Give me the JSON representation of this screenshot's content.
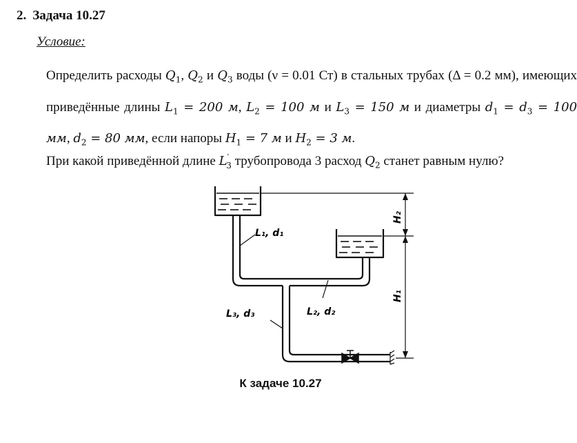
{
  "heading": {
    "number": "2.",
    "title": "Задача 10.27"
  },
  "condition_label": "Условие:",
  "paragraph1": {
    "t1": "Определить расходы ",
    "Q1": "Q",
    "Q1_sub": "1",
    "sep1": ", ",
    "Q2": "Q",
    "Q2_sub": "2",
    "t2": " и ",
    "Q3": "Q",
    "Q3_sub": "3",
    "t3": " воды (ν = 0.01 Ст) в стальных трубах (Δ = 0.2 мм), имеющих приведённые длины ",
    "L1": "L",
    "L1_sub": "1",
    "L1_val": " = 200 м",
    "sep2": ", ",
    "L2": "L",
    "L2_sub": "2",
    "L2_val": " = 100 м",
    "t4": " и ",
    "L3": "L",
    "L3_sub": "3",
    "L3_val": " = 150 м",
    "t5": " и диаметры ",
    "d1": "d",
    "d1_sub": "1",
    "d1_val": " = ",
    "d3": "d",
    "d3_sub": "3",
    "d3_val": " = 100 мм",
    "sep3": ", ",
    "d2": "d",
    "d2_sub": "2",
    "d2_val": " = 80 мм",
    "t6": ", если напоры ",
    "H1": "H",
    "H1_sub": "1",
    "H1_val": " = 7 м",
    "t7": " и ",
    "H2": "H",
    "H2_sub": "2",
    "H2_val": " = 3 м",
    "t8": "."
  },
  "paragraph2": {
    "t1": "При какой приведённой длине ",
    "L3p": "L",
    "L3p_sup": "′",
    "L3p_sub": "3",
    "t2": " трубопровода 3 расход ",
    "Q2": "Q",
    "Q2_sub": "2",
    "t3": " станет равным нулю?"
  },
  "figure": {
    "label_L1d1": "L₁, d₁",
    "label_L2d2": "L₂, d₂",
    "label_L3d3": "L₃, d₃",
    "label_H1": "H₁",
    "label_H2": "H₂"
  },
  "caption": "К задаче 10.27"
}
